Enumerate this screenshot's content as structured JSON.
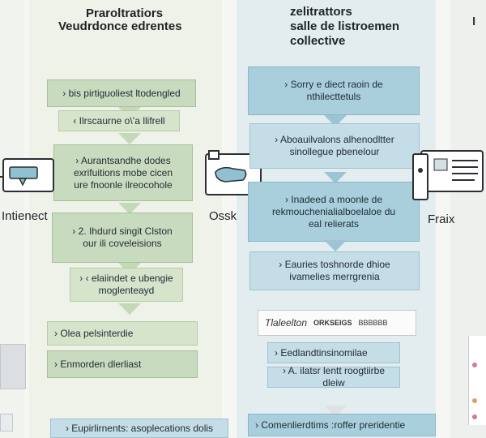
{
  "headers": {
    "left": [
      "Praroltratiors",
      "Veudrdonce edrentes"
    ],
    "middle": [
      "zelitrattors",
      "salle de listroemen",
      "collective"
    ],
    "right": "I"
  },
  "left_boxes": [
    "› bis pirtiguoliest ltodengled",
    "‹ Ilrscaurne o\\’a llifrell",
    "› Aurantsandhe dodes\nexrifuitions mobe cicen\nure fnoonle ilreocohole",
    "› 2. Ihdurd singit Clston\nour ili coveleisions",
    "› ‹ elaiindet e ubengie\nmoglenteayd",
    "› Olea pelsinterdie",
    "› Enmorden dlerliast",
    "› Eupirlirnents: asoplecations dolis"
  ],
  "middle_boxes": [
    "› Sorry e diect raoin de\nnthilecttetuls",
    "› Aboauilvalons alhenodltter\nsinollegue pbenelour",
    "› Inadeed a moonle de\nrekmouchenialialboelaloe du\neal relierats",
    "› Eauries toshnorde dhioe\nivamelies merrgrenia",
    "› Eedlandtinsinomilae",
    "› A. ilatsr lentt roogtiirbe dleiw",
    "› Comenlierdtims :roffer preridentie"
  ],
  "tags": {
    "tag1": "Tlaleelton",
    "tag2": "ORKSEIGS",
    "tag3": "BBBBBB"
  },
  "nodes": {
    "left": "Intienect",
    "middle": "Ossk",
    "right": "Fraix"
  }
}
